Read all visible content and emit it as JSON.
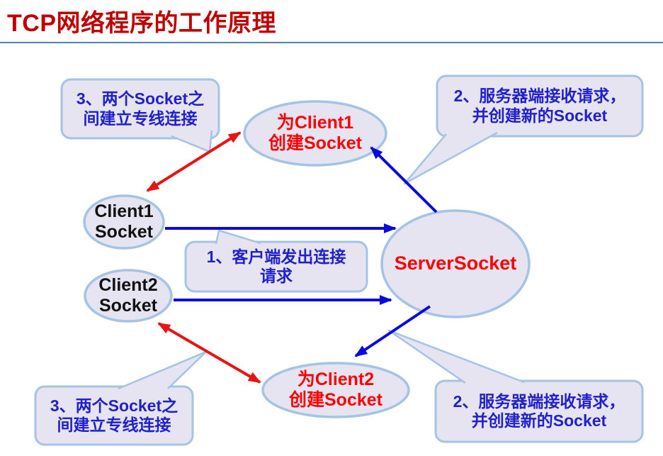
{
  "title": "TCP网络程序的工作原理",
  "nodes": {
    "client1_created": {
      "label": "为Client1\n创建Socket"
    },
    "client2_created": {
      "label": "为Client2\n创建Socket"
    },
    "client1": {
      "label": "Client1\nSocket"
    },
    "client2": {
      "label": "Client2\nSocket"
    },
    "server": {
      "label": "ServerSocket"
    }
  },
  "callouts": {
    "top_left": {
      "label": "3、两个Socket之\n间建立专线连接"
    },
    "top_right": {
      "label": "2、服务器端接收请求，\n并创建新的Socket"
    },
    "center": {
      "label": "1、客户端发出连接\n请求"
    },
    "bottom_left": {
      "label": "3、两个Socket之\n间建立专线连接"
    },
    "bottom_right": {
      "label": "2、服务器端接收请求，\n并创建新的Socket"
    }
  },
  "colors": {
    "title": "#C00000",
    "rule": "#4F81BD",
    "shape_fill": "#E6E4F1",
    "shape_border": "#A5C3E5",
    "callout_text": "#2121CC",
    "node_text_red": "#FF0000",
    "node_text_black": "#111111",
    "arrow_blue": "#0A0ADF",
    "arrow_red": "#E81414"
  }
}
